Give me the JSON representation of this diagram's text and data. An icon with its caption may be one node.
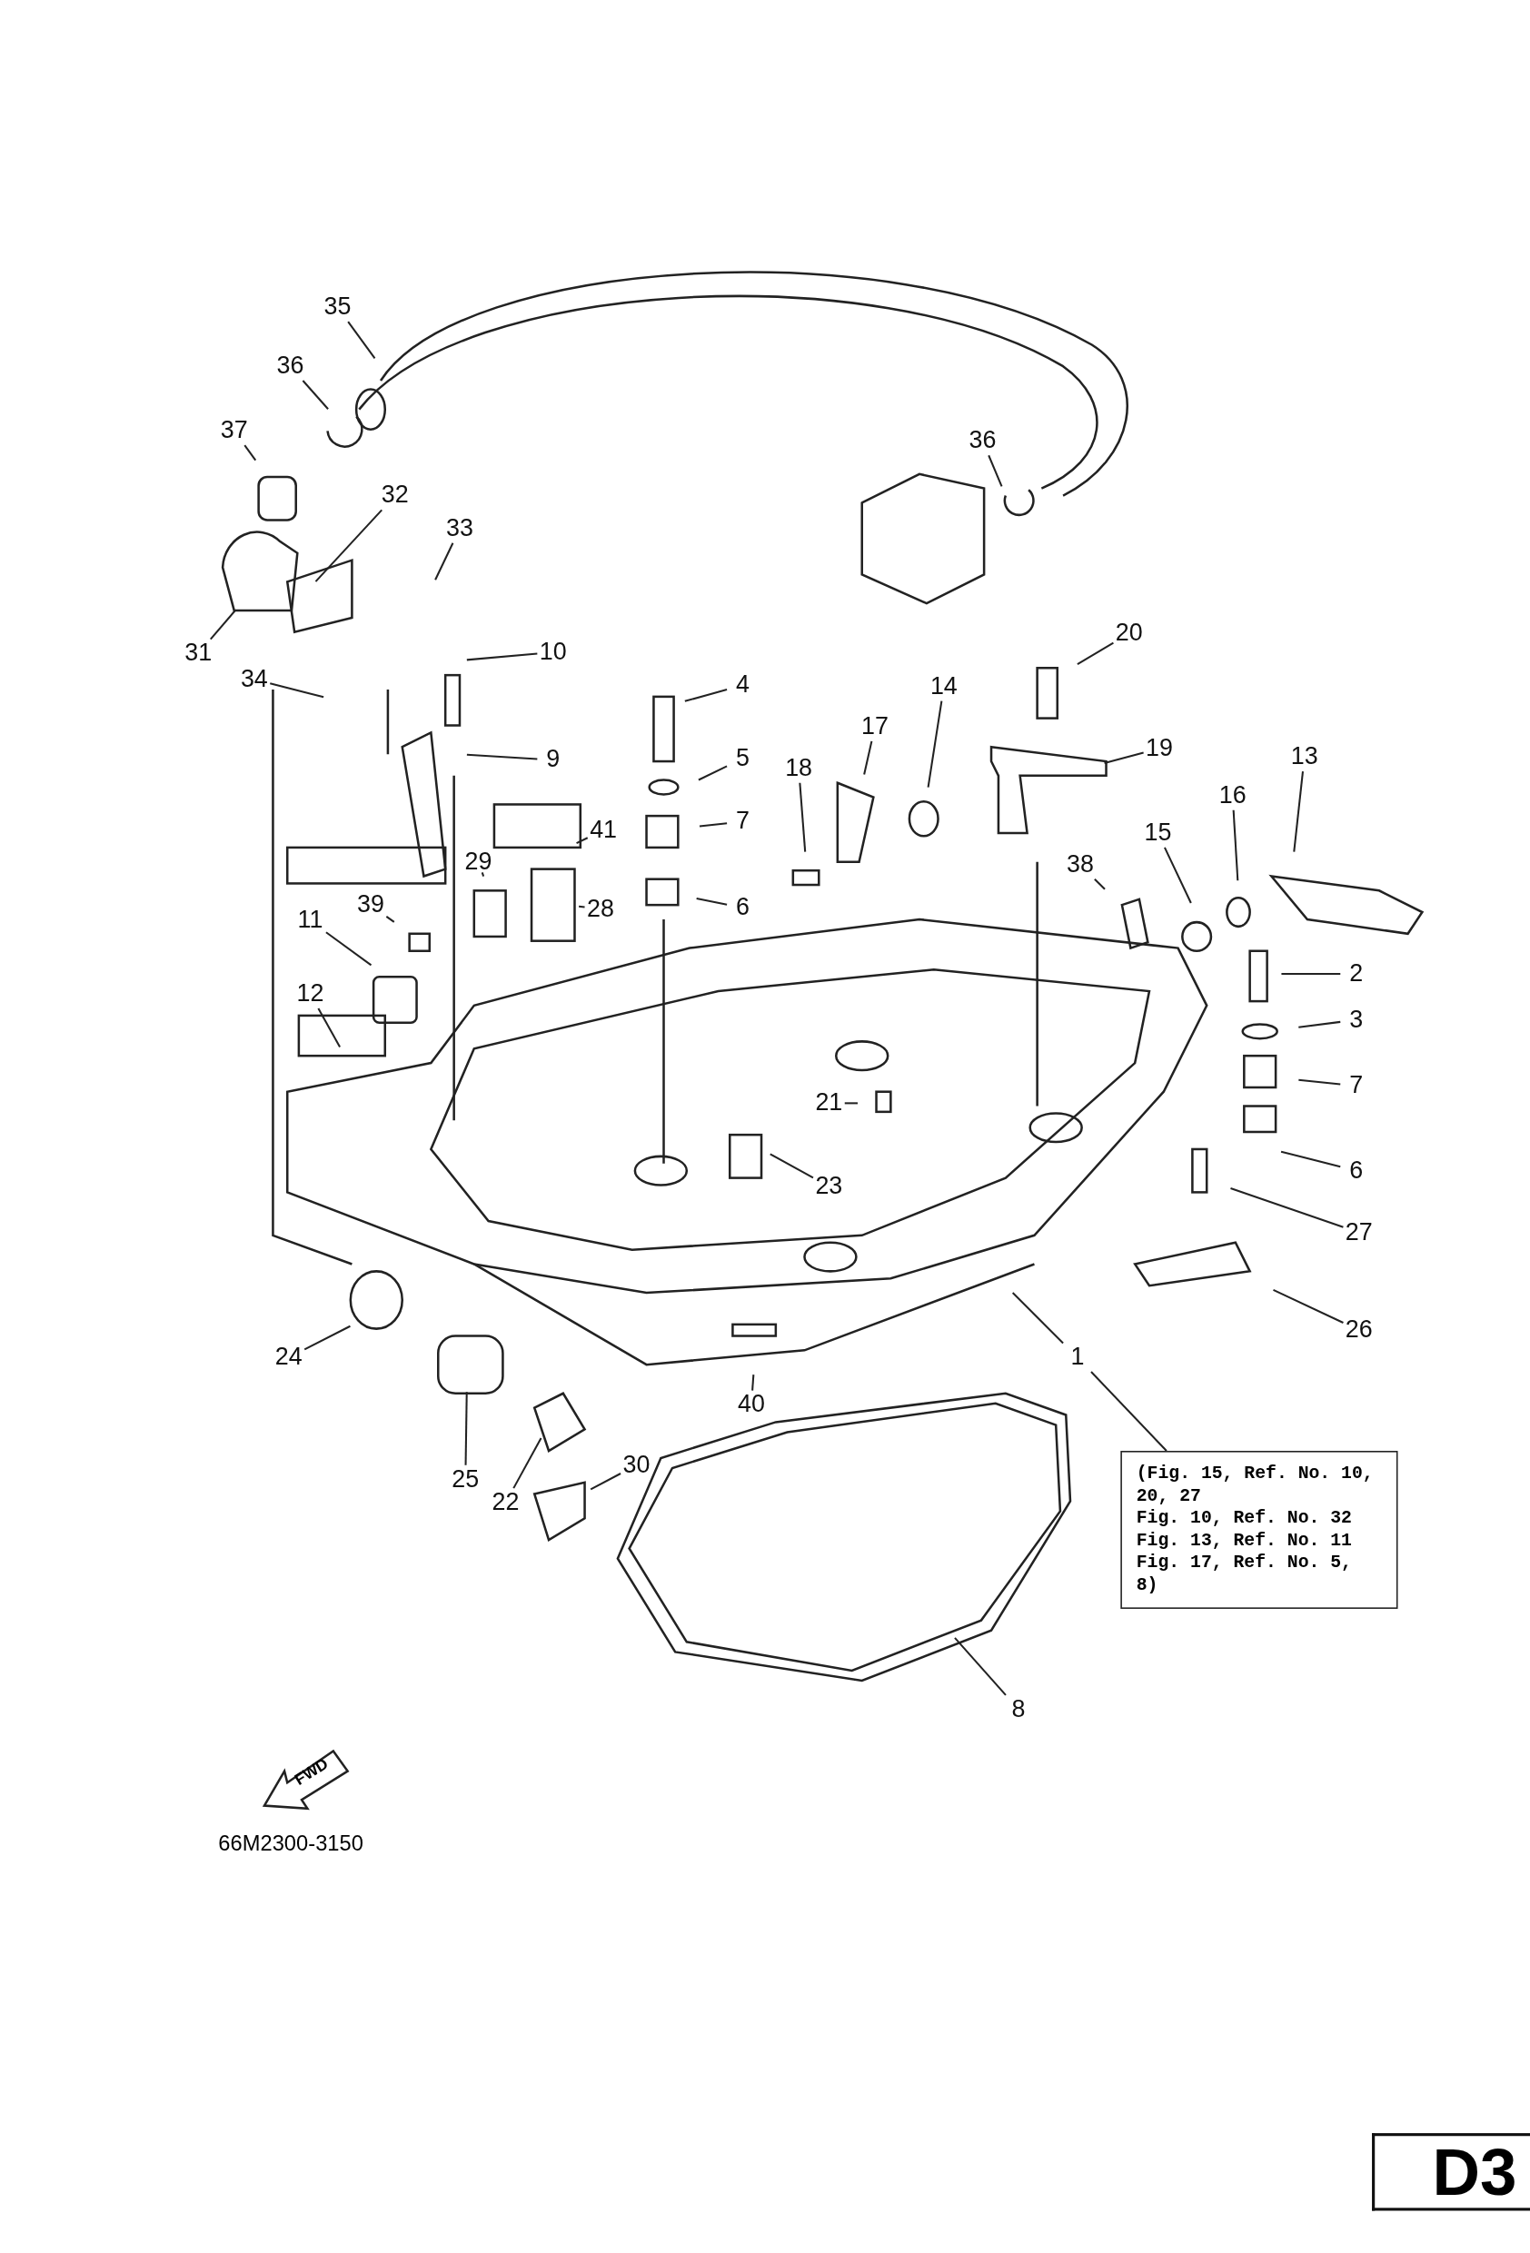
{
  "diagram": {
    "nodes": [
      {
        "text": [
          "35"
        ]
      },
      {
        "text": [
          "36"
        ]
      },
      {
        "text": [
          "37"
        ]
      },
      {
        "text": [
          "32"
        ]
      },
      {
        "text": [
          "33"
        ]
      },
      {
        "text": [
          "31"
        ]
      },
      {
        "text": [
          "34"
        ]
      },
      {
        "text": [
          "10"
        ]
      },
      {
        "text": [
          "9"
        ]
      },
      {
        "text": [
          "4"
        ]
      },
      {
        "text": [
          "5"
        ]
      },
      {
        "text": [
          "7"
        ]
      },
      {
        "text": [
          "6"
        ]
      },
      {
        "text": [
          "41"
        ]
      },
      {
        "text": [
          "29"
        ]
      },
      {
        "text": [
          "28"
        ]
      },
      {
        "text": [
          "39"
        ]
      },
      {
        "text": [
          "11"
        ]
      },
      {
        "text": [
          "12"
        ]
      },
      {
        "text": [
          "36"
        ]
      },
      {
        "text": [
          "20"
        ]
      },
      {
        "text": [
          "17"
        ]
      },
      {
        "text": [
          "14"
        ]
      },
      {
        "text": [
          "18"
        ]
      },
      {
        "text": [
          "19"
        ]
      },
      {
        "text": [
          "13"
        ]
      },
      {
        "text": [
          "16"
        ]
      },
      {
        "text": [
          "15"
        ]
      },
      {
        "text": [
          "38"
        ]
      },
      {
        "text": [
          "2"
        ]
      },
      {
        "text": [
          "3"
        ]
      },
      {
        "text": [
          "7"
        ]
      },
      {
        "text": [
          "6"
        ]
      },
      {
        "text": [
          "21"
        ]
      },
      {
        "text": [
          "23"
        ]
      },
      {
        "text": [
          "27"
        ]
      },
      {
        "text": [
          "26"
        ]
      },
      {
        "text": [
          "1"
        ]
      },
      {
        "text": [
          "24"
        ]
      },
      {
        "text": [
          "40"
        ]
      },
      {
        "text": [
          "25"
        ]
      },
      {
        "text": [
          "22"
        ]
      },
      {
        "text": [
          "30"
        ]
      },
      {
        "text": [
          "8"
        ]
      },
      {
        "text": [
          "(Fig. 15, Ref. No. 10, 20, 27",
          "Fig. 10, Ref. No. 32",
          "Fig. 13, Ref. No. 11",
          "Fig. 17, Ref. No. 5, 8)"
        ]
      },
      {
        "text": [
          "FWD"
        ]
      },
      {
        "text": [
          "D3"
        ]
      },
      {
        "text": [],
        "shape": "picture"
      }
    ],
    "edges": [
      {
        "from": 0,
        "to": null,
        "arrow": "none"
      },
      {
        "from": 1,
        "to": null,
        "arrow": "none"
      },
      {
        "from": 2,
        "to": null,
        "arrow": "none"
      },
      {
        "from": 3,
        "to": null,
        "arrow": "none"
      },
      {
        "from": 4,
        "to": null,
        "arrow": "none"
      },
      {
        "from": 5,
        "to": null,
        "arrow": "none"
      },
      {
        "from": 6,
        "to": null,
        "arrow": "none"
      },
      {
        "from": 7,
        "to": null,
        "arrow": "none"
      },
      {
        "from": 8,
        "to": null,
        "arrow": "none"
      },
      {
        "from": 9,
        "to": null,
        "arrow": "none"
      },
      {
        "from": 10,
        "to": null,
        "arrow": "none"
      },
      {
        "from": 11,
        "to": null,
        "arrow": "none"
      },
      {
        "from": 12,
        "to": null,
        "arrow": "none"
      },
      {
        "from": 13,
        "to": null,
        "arrow": "none"
      },
      {
        "from": 14,
        "to": null,
        "arrow": "none"
      },
      {
        "from": 15,
        "to": null,
        "arrow": "none"
      },
      {
        "from": 16,
        "to": null,
        "arrow": "none"
      },
      {
        "from": 17,
        "to": null,
        "arrow": "none"
      },
      {
        "from": 18,
        "to": null,
        "arrow": "none"
      },
      {
        "from": 19,
        "to": null,
        "arrow": "none"
      },
      {
        "from": 20,
        "to": null,
        "arrow": "none"
      },
      {
        "from": 21,
        "to": null,
        "arrow": "none"
      },
      {
        "from": 22,
        "to": null,
        "arrow": "none"
      },
      {
        "from": 23,
        "to": null,
        "arrow": "none"
      },
      {
        "from": 24,
        "to": null,
        "arrow": "none"
      },
      {
        "from": 25,
        "to": null,
        "arrow": "none"
      },
      {
        "from": 26,
        "to": null,
        "arrow": "none"
      },
      {
        "from": 27,
        "to": null,
        "arrow": "none"
      },
      {
        "from": 28,
        "to": null,
        "arrow": "none"
      },
      {
        "from": 29,
        "to": null,
        "arrow": "none"
      },
      {
        "from": 30,
        "to": null,
        "arrow": "none"
      },
      {
        "from": 31,
        "to": null,
        "arrow": "none"
      },
      {
        "from": 32,
        "to": null,
        "arrow": "none"
      },
      {
        "from": 33,
        "to": null,
        "arrow": "none"
      },
      {
        "from": 34,
        "to": null,
        "arrow": "none"
      },
      {
        "from": 35,
        "to": null,
        "arrow": "none"
      },
      {
        "from": 36,
        "to": null,
        "arrow": "none"
      },
      {
        "from": 37,
        "to": null,
        "arrow": "none"
      },
      {
        "from": 38,
        "to": null,
        "arrow": "none"
      },
      {
        "from": 39,
        "to": null,
        "arrow": "none"
      },
      {
        "from": 40,
        "to": null,
        "arrow": "none"
      },
      {
        "from": 41,
        "to": null,
        "arrow": "none"
      },
      {
        "from": 42,
        "to": null,
        "arrow": "none"
      },
      {
        "from": 43,
        "to": 47,
        "arrow": "none"
      },
      {
        "from": 44,
        "to": 37,
        "arrow": "none"
      }
    ],
    "labels": [
      "66M2300-3150"
    ]
  }
}
